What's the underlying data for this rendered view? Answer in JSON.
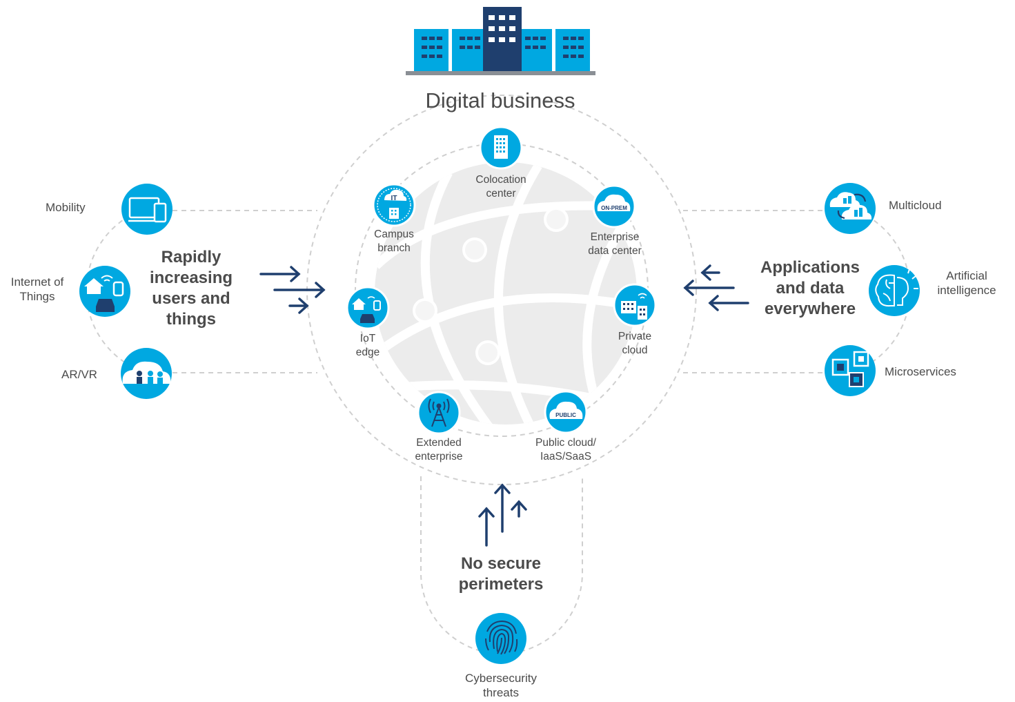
{
  "title": "Digital business",
  "center_nodes": {
    "colocation": {
      "label": "Colocation\ncenter",
      "icon": "building-icon"
    },
    "campus": {
      "label": "Campus\nbranch",
      "icon": "it-cloud-building-icon",
      "badge": "IT"
    },
    "enterprise_dc": {
      "label": "Enterprise\ndata center",
      "icon": "on-prem-cloud-icon",
      "badge": "ON-PREM"
    },
    "iot_edge": {
      "label": "IoT\nedge",
      "icon": "home-car-watch-icon"
    },
    "private_cloud": {
      "label": "Private\ncloud",
      "icon": "private-building-wifi-icon"
    },
    "extended": {
      "label": "Extended\nenterprise",
      "icon": "cell-tower-icon"
    },
    "public_cloud": {
      "label": "Public cloud/\nIaaS/SaaS",
      "icon": "public-cloud-icon",
      "badge": "PUBLIC"
    }
  },
  "left": {
    "heading": "Rapidly\nincreasing\nusers and\nthings",
    "items": [
      {
        "label": "Mobility",
        "icon": "devices-icon"
      },
      {
        "label": "Internet of\nThings",
        "icon": "home-car-watch-icon"
      },
      {
        "label": "AR/VR",
        "icon": "people-cloud-icon"
      }
    ]
  },
  "right": {
    "heading": "Applications\nand data\neverywhere",
    "items": [
      {
        "label": "Multicloud",
        "icon": "multicloud-icon"
      },
      {
        "label": "Artificial\nintelligence",
        "icon": "brain-bulb-icon"
      },
      {
        "label": "Microservices",
        "icon": "microservices-icon"
      }
    ]
  },
  "bottom": {
    "heading": "No secure\nperimeters",
    "item": {
      "label": "Cybersecurity\nthreats",
      "icon": "fingerprint-icon"
    }
  },
  "colors": {
    "icon_blue": "#00a8e1",
    "dark_navy": "#1f3f6e",
    "text": "#4b4b4b",
    "dashed": "#cfcfcf",
    "globe": "#ececec"
  }
}
